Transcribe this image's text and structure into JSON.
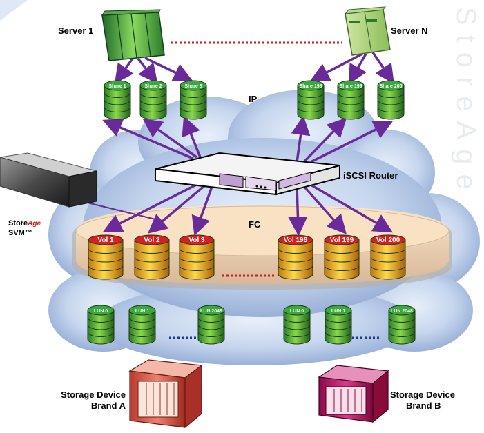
{
  "labels": {
    "server_1": "Server 1",
    "server_n": "Server N",
    "ip": "IP",
    "fc": "FC",
    "iscsi_router": "iSCSI Router",
    "svm_brand_store": "Store",
    "svm_brand_age": "Age",
    "svm_product": "SVM™",
    "storage_a_line1": "Storage Device",
    "storage_a_line2": "Brand A",
    "storage_b_line1": "Storage Device",
    "storage_b_line2": "Brand B",
    "watermark": "StoreAge"
  },
  "shares_left": [
    "Share 1",
    "Share 2",
    "Share 3"
  ],
  "shares_right": [
    "Share 198",
    "Share 199",
    "Share 200"
  ],
  "vols_left": [
    "Vol 1",
    "Vol 2",
    "Vol 3"
  ],
  "vols_right": [
    "Vol 198",
    "Vol 199",
    "Vol 200"
  ],
  "luns_left": [
    "LUN 0",
    "LUN 1",
    "LUN 2048"
  ],
  "luns_right": [
    "LUN 0",
    "LUN 1",
    "LUN 2048"
  ],
  "colors": {
    "arrow": "#6a2a9a",
    "dotted_red": "#cc1a1a",
    "dotted_blue": "#1a3a8a",
    "cloud": "#b8cce8",
    "cylinder_green": "#3a9a3a",
    "cylinder_yellow": "#f0b020",
    "vol_cap": "#d82020",
    "fc_band": "#f5d8b8",
    "storage_a": "#e0584a",
    "storage_b": "#b81a6a"
  }
}
